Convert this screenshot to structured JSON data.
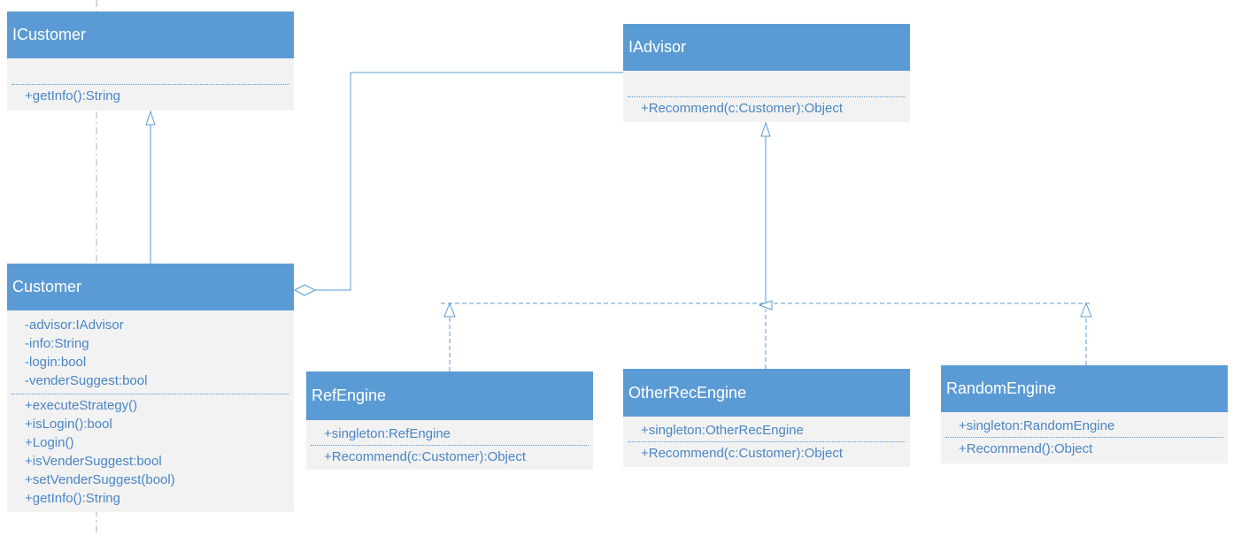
{
  "colors": {
    "header": "#5b9bd5",
    "body": "#f2f2f2",
    "text": "#4a86c5",
    "line": "#5b9bd5"
  },
  "classes": {
    "icustomer": {
      "name": "ICustomer",
      "attributes": [],
      "methods": [
        "+getInfo():String"
      ]
    },
    "iadvisor": {
      "name": "IAdvisor",
      "attributes": [],
      "methods": [
        "+Recommend(c:Customer):Object"
      ]
    },
    "customer": {
      "name": "Customer",
      "attributes": [
        "-advisor:IAdvisor",
        "-info:String",
        "-login:bool",
        "-venderSuggest:bool"
      ],
      "methods": [
        "+executeStrategy()",
        "+isLogin():bool",
        "+Login()",
        "+isVenderSuggest:bool",
        "+setVenderSuggest(bool)",
        "+getInfo():String"
      ]
    },
    "refengine": {
      "name": "RefEngine",
      "attributes": [
        "+singleton:RefEngine"
      ],
      "methods": [
        "+Recommend(c:Customer):Object"
      ]
    },
    "otherrecengine": {
      "name": "OtherRecEngine",
      "attributes": [
        "+singleton:OtherRecEngine"
      ],
      "methods": [
        "+Recommend(c:Customer):Object"
      ]
    },
    "randomengine": {
      "name": "RandomEngine",
      "attributes": [
        "+singleton:RandomEngine"
      ],
      "methods": [
        "+Recommend():Object"
      ]
    }
  },
  "relationships": [
    {
      "type": "generalization",
      "from": "Customer",
      "to": "ICustomer"
    },
    {
      "type": "aggregation",
      "from": "Customer",
      "to": "IAdvisor"
    },
    {
      "type": "generalization",
      "from": "OtherRecEngine",
      "to": "IAdvisor"
    },
    {
      "type": "realization",
      "from": "RefEngine",
      "to": "IAdvisor"
    },
    {
      "type": "realization",
      "from": "OtherRecEngine",
      "to": "IAdvisor"
    },
    {
      "type": "realization",
      "from": "RandomEngine",
      "to": "IAdvisor"
    }
  ]
}
